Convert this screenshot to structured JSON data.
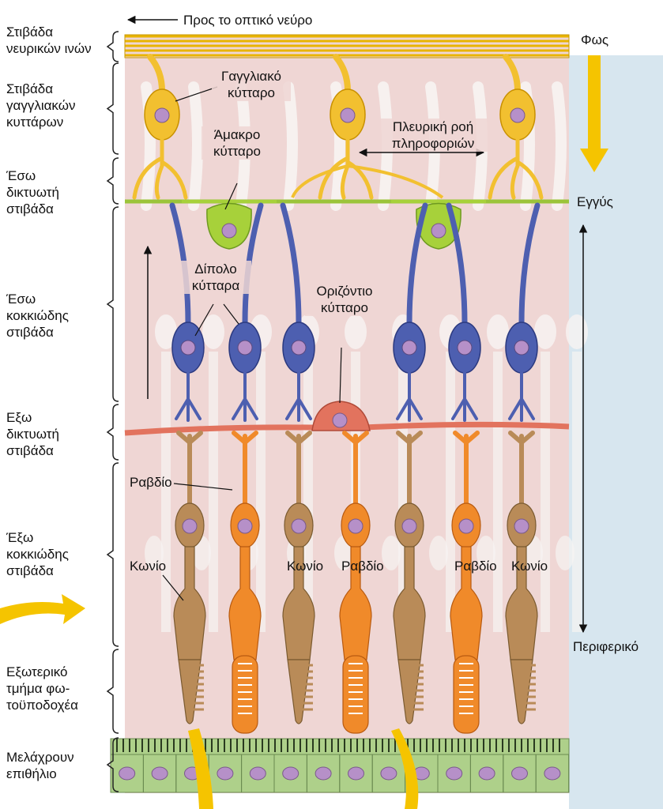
{
  "colors": {
    "tissue": "#efd6d4",
    "nerve_fiber": "#e8b400",
    "ganglion": "#f2c030",
    "amacrine": "#a7d13a",
    "plexiform_line": "#9bc43a",
    "bipolar": "#4d5fb0",
    "horizontal": "#e2735e",
    "rod": "#f08a2a",
    "cone": "#b98b58",
    "nucleus": "#b690c8",
    "epithelium": "#aed08a",
    "ghost": "#f7f4f2",
    "arrow": "#f5c400"
  },
  "labels": {
    "to_optic_nerve": "Προς το οπτικό νεύρο",
    "light": "Φως",
    "near": "Εγγύς",
    "peripheral": "Περιφερικό",
    "ganglion_cell": "Γαγγλιακό\nκύτταρο",
    "amacrine_cell": "Άμακρο\nκύτταρο",
    "lateral_flow": "Πλευρική ροή\nπληροφοριών",
    "bipolar_cells": "Δίπολο\nκύτταρα",
    "horizontal_cell": "Οριζόντιο\nκύτταρο",
    "rod_pointer": "Ραβδίο",
    "cone_pointer": "Κωνίο",
    "cone_mid": "Κωνίο",
    "rod_mid1": "Ραβδίο",
    "rod_mid2": "Ραβδίο",
    "cone_right": "Κωνίο"
  },
  "layers": [
    {
      "id": "nerve-fiber",
      "label": "Στιβάδα\nνευρικών ινών"
    },
    {
      "id": "ganglion",
      "label": "Στιβάδα\nγαγγλιακών\nκυττάρων"
    },
    {
      "id": "inner-plexiform",
      "label": "Έσω\nδικτυωτή\nστιβάδα"
    },
    {
      "id": "inner-nuclear",
      "label": "Έσω\nκοκκιώδης\nστιβάδα"
    },
    {
      "id": "outer-plexiform",
      "label": "Εξω\nδικτυωτή\nστιβάδα"
    },
    {
      "id": "outer-nuclear",
      "label": "Έξω\nκοκκιώδης\nστιβάδα"
    },
    {
      "id": "photoreceptor-outer",
      "label": "Εξωτερικό\nτμήμα φω-\nτοϋποδοχέα"
    },
    {
      "id": "pigment-epithelium",
      "label": "Μελάχρουν\nεπιθήλιο"
    }
  ],
  "photoreceptors": [
    "cone",
    "rod",
    "cone",
    "rod",
    "cone",
    "rod",
    "cone"
  ]
}
